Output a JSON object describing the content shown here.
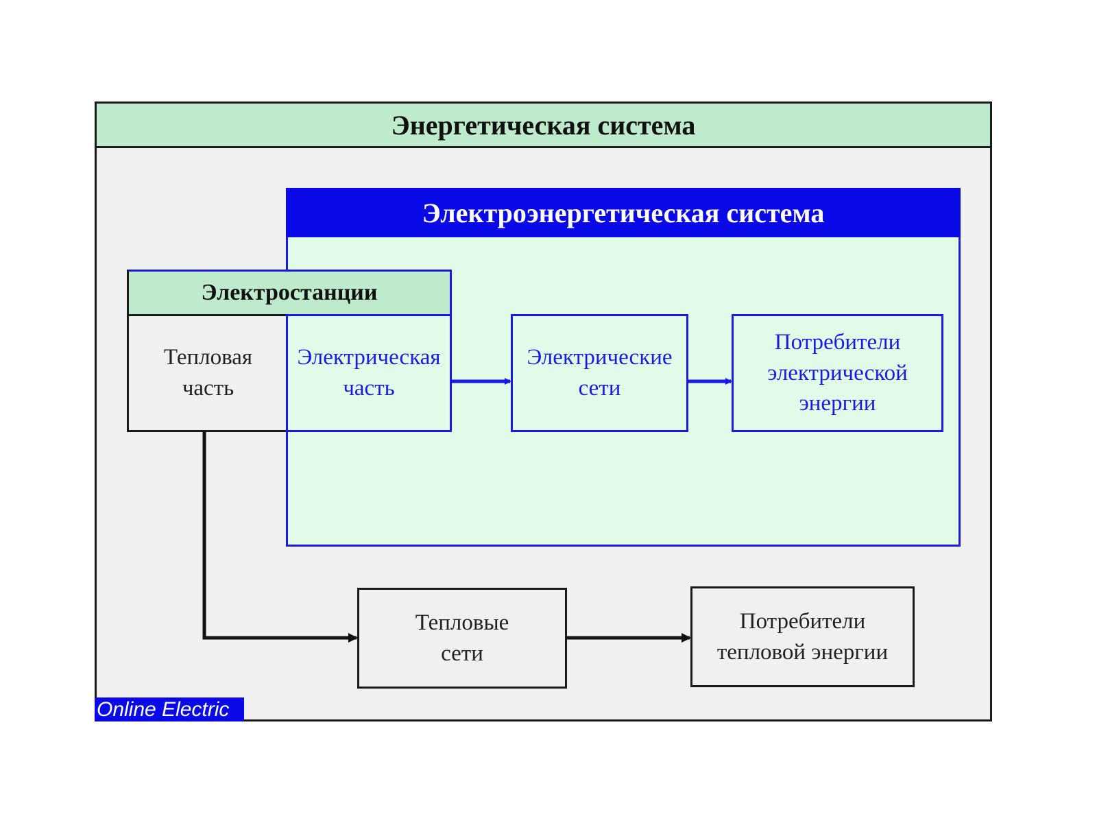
{
  "diagram": {
    "outer_title": "Энергетическая система",
    "electric_system_title": "Электроэнергетическая система",
    "power_stations_title": "Электростанции",
    "nodes": {
      "thermal_part": [
        "Тепловая",
        "часть"
      ],
      "electric_part": [
        "Электрическая",
        "часть"
      ],
      "electric_networks": [
        "Электрические",
        "сети"
      ],
      "electric_consumers": [
        "Потребители",
        "электрической",
        "энергии"
      ],
      "heat_networks": [
        "Тепловые",
        "сети"
      ],
      "heat_consumers": [
        "Потребители",
        "тепловой энергии"
      ]
    },
    "edges": [
      {
        "from": "electric_part",
        "to": "electric_networks",
        "color": "#1a1ae6"
      },
      {
        "from": "electric_networks",
        "to": "electric_consumers",
        "color": "#1a1ae6"
      },
      {
        "from": "thermal_part",
        "to": "heat_networks",
        "color": "#111111"
      },
      {
        "from": "heat_networks",
        "to": "heat_consumers",
        "color": "#111111"
      }
    ],
    "watermark": "Online Electric"
  },
  "colors": {
    "outer_fill": "#f0f0f0",
    "header_green": "#bdebcc",
    "electric_fill": "#e2fbe8",
    "electric_blue": "#0a0ae8",
    "line_black": "#1a1a1a"
  }
}
